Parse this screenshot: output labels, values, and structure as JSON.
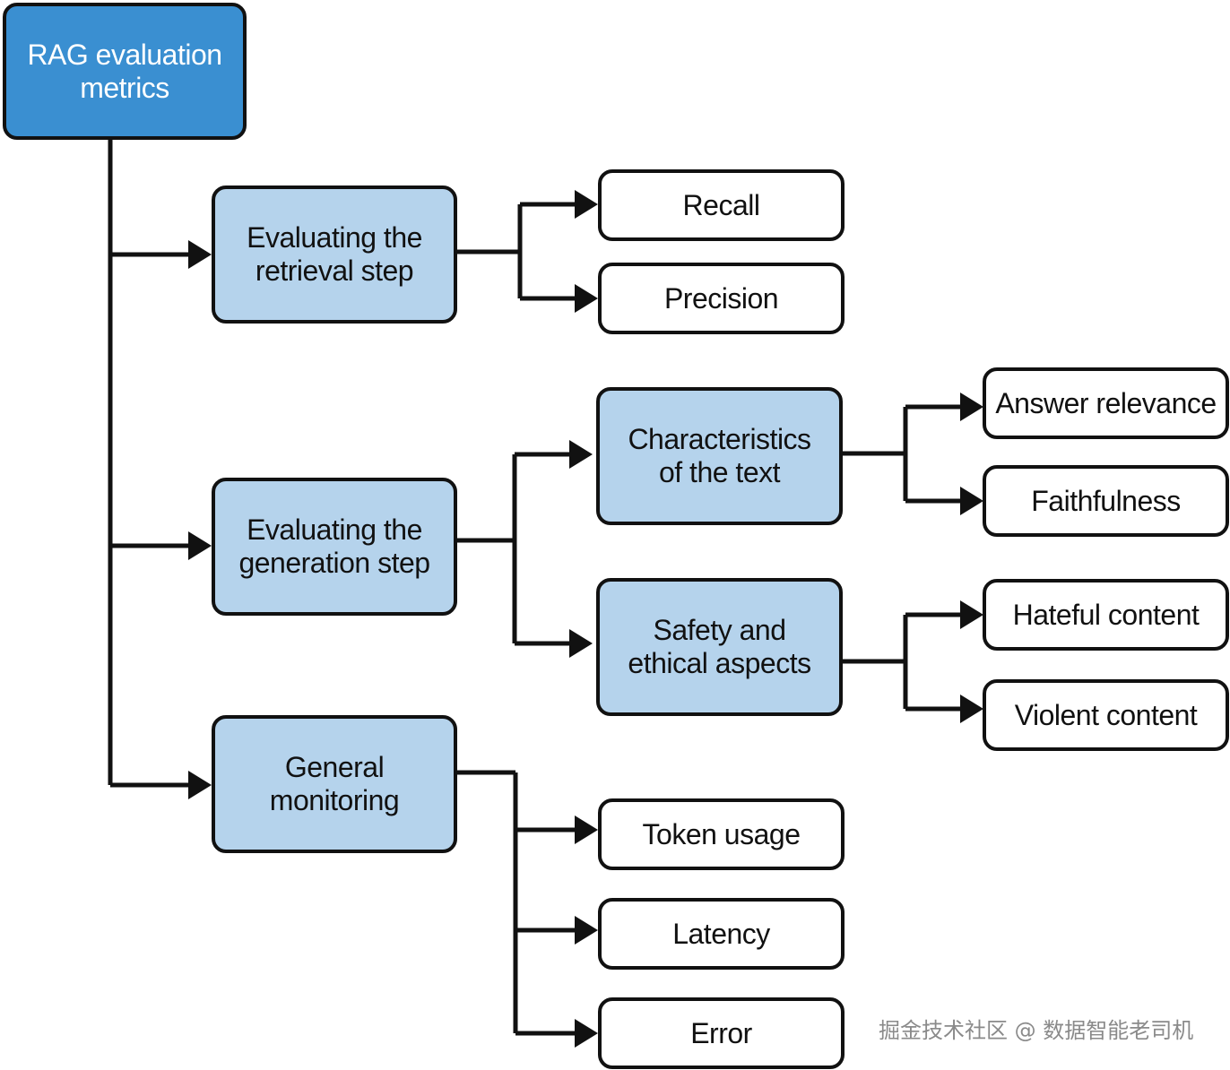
{
  "colors": {
    "root_fill": "#3a8fd1",
    "group_fill": "#b5d3ec",
    "leaf_fill": "#ffffff",
    "line": "#111111",
    "watermark": "#8a8a8a"
  },
  "root": {
    "label": "RAG evaluation\nmetrics"
  },
  "groups": {
    "retrieval": {
      "label": "Evaluating the\nretrieval step",
      "children": {
        "recall": "Recall",
        "precision": "Precision"
      }
    },
    "generation": {
      "label": "Evaluating the\ngeneration step",
      "characteristics": {
        "label": "Characteristics\nof the text",
        "children": {
          "answer_relevance": "Answer relevance",
          "faithfulness": "Faithfulness"
        }
      },
      "safety": {
        "label": "Safety and\nethical aspects",
        "children": {
          "hateful": "Hateful content",
          "violent": "Violent content"
        }
      }
    },
    "monitoring": {
      "label": "General\nmonitoring",
      "children": {
        "token_usage": "Token usage",
        "latency": "Latency",
        "error": "Error"
      }
    }
  },
  "watermark": "掘金技术社区 @ 数据智能老司机"
}
